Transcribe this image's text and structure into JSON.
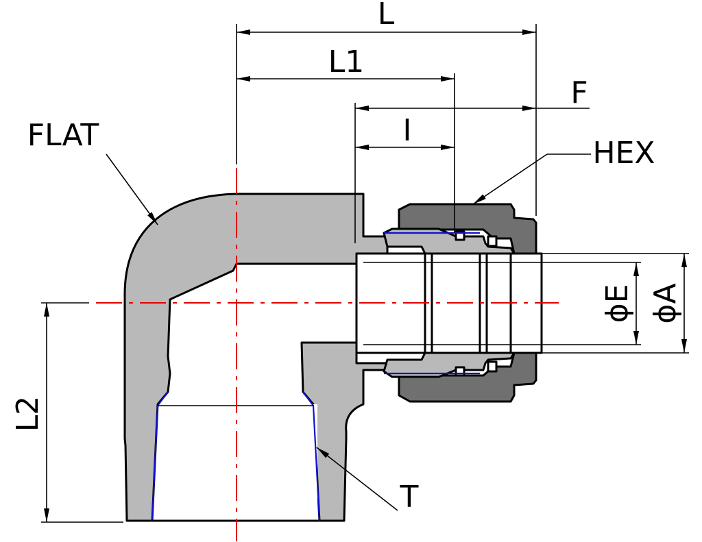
{
  "labels": {
    "L": "L",
    "L1": "L1",
    "F": "F",
    "I": "I",
    "FLAT": "FLAT",
    "HEX": "HEX",
    "E": "ϕE",
    "A": "ϕA",
    "L2": "L2",
    "T": "T"
  },
  "colors": {
    "body": "#b9b9b9",
    "nut": "#707070",
    "centerline": "#e00000",
    "thread": "#1010d0",
    "outline": "#000000"
  }
}
